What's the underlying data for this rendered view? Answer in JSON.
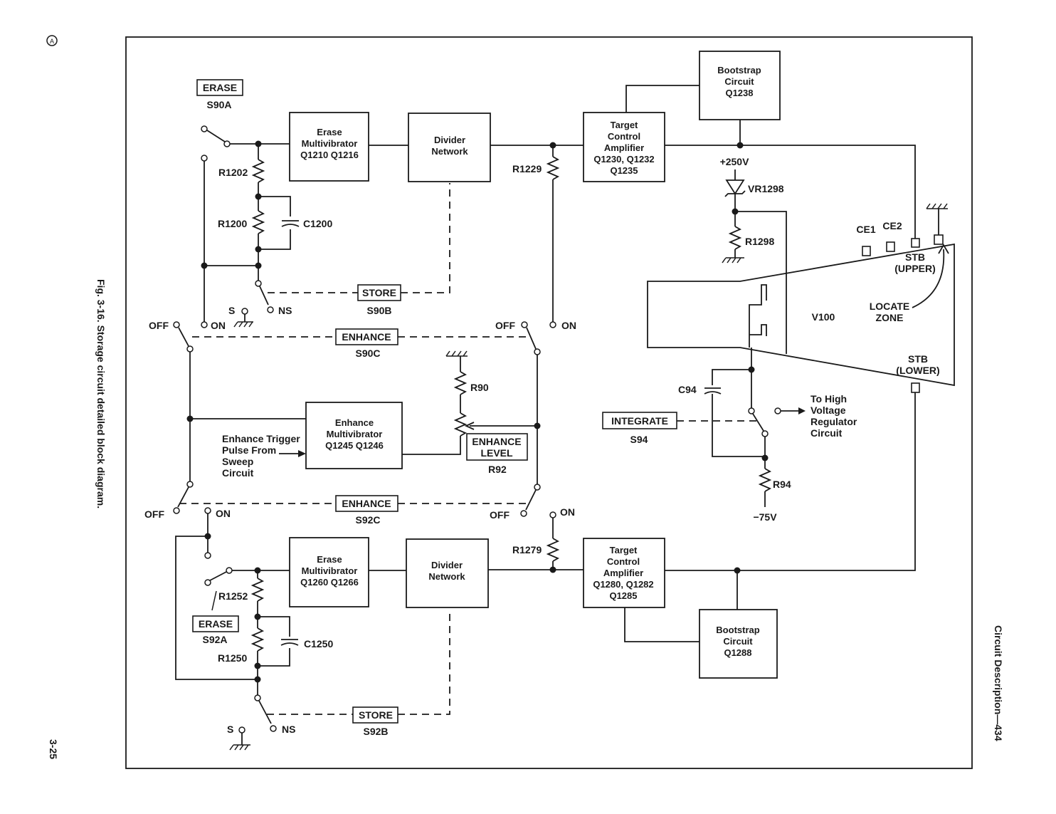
{
  "page": {
    "corner_mark": "A",
    "caption": "Fig. 3-16. Storage circuit detailed block diagram.",
    "page_number": "3-25",
    "section": "Circuit Description—434"
  },
  "blocks": {
    "erase_mv_upper": [
      "Erase",
      "Multivibrator",
      "Q1210 Q1216"
    ],
    "divider_upper": [
      "Divider",
      "Network"
    ],
    "target_amp_upper": [
      "Target",
      "Control",
      "Amplifier",
      "Q1230, Q1232",
      "Q1235"
    ],
    "bootstrap_upper": [
      "Bootstrap",
      "Circuit",
      "Q1238"
    ],
    "enhance_mv": [
      "Enhance",
      "Multivibrator",
      "Q1245 Q1246"
    ],
    "erase_mv_lower": [
      "Erase",
      "Multivibrator",
      "Q1260 Q1266"
    ],
    "divider_lower": [
      "Divider",
      "Network"
    ],
    "target_amp_lower": [
      "Target",
      "Control",
      "Amplifier",
      "Q1280, Q1282",
      "Q1285"
    ],
    "bootstrap_lower": [
      "Bootstrap",
      "Circuit",
      "Q1288"
    ]
  },
  "switches": {
    "erase_a": {
      "label": "ERASE",
      "id": "S90A"
    },
    "store_b": {
      "label": "STORE",
      "id": "S90B"
    },
    "enhance_c": {
      "label": "ENHANCE",
      "id": "S90C"
    },
    "enhance_level": {
      "label": [
        "ENHANCE",
        "LEVEL"
      ],
      "id": "R92"
    },
    "enhance_c2": {
      "label": "ENHANCE",
      "id": "S92C"
    },
    "erase_a2": {
      "label": "ERASE",
      "id": "S92A"
    },
    "store_b2": {
      "label": "STORE",
      "id": "S92B"
    },
    "integrate": {
      "label": "INTEGRATE",
      "id": "S94"
    }
  },
  "components": {
    "r1202": "R1202",
    "r1200": "R1200",
    "c1200": "C1200",
    "r1229": "R1229",
    "r90": "R90",
    "r1279": "R1279",
    "r1252": "R1252",
    "r1250": "R1250",
    "c1250": "C1250",
    "vr1298": "VR1298",
    "r1298": "R1298",
    "c94": "C94",
    "r94": "R94",
    "v100": "V100",
    "ce1": "CE1",
    "ce2": "CE2"
  },
  "labels": {
    "s": "S",
    "ns": "NS",
    "on": "ON",
    "off": "OFF",
    "plus250": "+250V",
    "minus75": "−75V",
    "stb_upper": [
      "STB",
      "(UPPER)"
    ],
    "stb_lower": [
      "STB",
      "(LOWER)"
    ],
    "locate_zone": [
      "LOCATE",
      "ZONE"
    ],
    "to_hv": [
      "To High",
      "Voltage",
      "Regulator",
      "Circuit"
    ],
    "enhance_trigger": [
      "Enhance Trigger",
      "Pulse From",
      "Sweep",
      "Circuit"
    ]
  }
}
